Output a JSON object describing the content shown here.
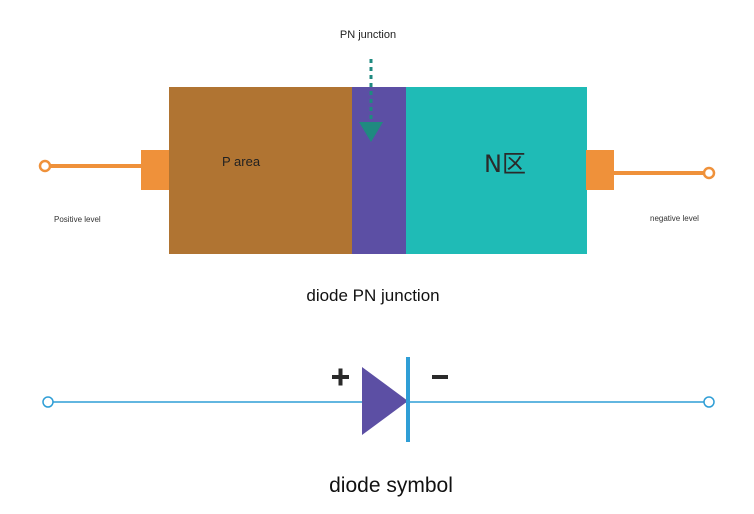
{
  "pn_diagram": {
    "junction_label": "PN junction",
    "p_label": "P area",
    "n_label": "N区",
    "left_terminal_label": "Positive level",
    "right_terminal_label": "negative level",
    "caption": "diode PN junction"
  },
  "symbol_diagram": {
    "plus_sign": "+",
    "minus_sign": "−",
    "caption": "diode symbol"
  },
  "colors": {
    "p_region": "#b07432",
    "junction": "#5c4fa4",
    "n_region": "#1fbbb6",
    "terminal": "#ef913a",
    "arrow": "#1f8a80",
    "wire": "#2f9ed6",
    "diode": "#5c4fa4"
  }
}
